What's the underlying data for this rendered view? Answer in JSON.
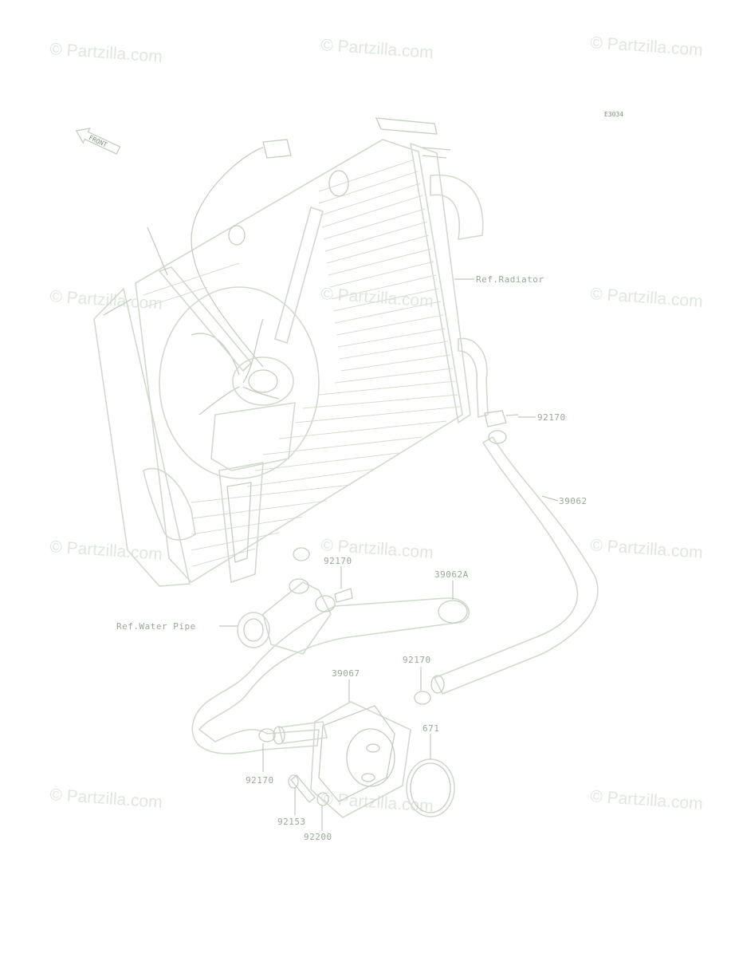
{
  "diagram_code": "E3034",
  "front_label": "FRONT",
  "watermark_text": "© Partzilla.com",
  "labels": {
    "ref_radiator": "Ref.Radiator",
    "part_92170_a": "92170",
    "part_39062": "39062",
    "part_92170_b": "92170",
    "part_39062a": "39062A",
    "ref_water_pipe": "Ref.Water Pipe",
    "part_92170_c": "92170",
    "part_39067": "39067",
    "part_671": "671",
    "part_92170_d": "92170",
    "part_92153": "92153",
    "part_92200": "92200"
  },
  "colors": {
    "line": "#d2d9cf",
    "label": "#9aa89a",
    "watermark": "#e0e6e0"
  }
}
